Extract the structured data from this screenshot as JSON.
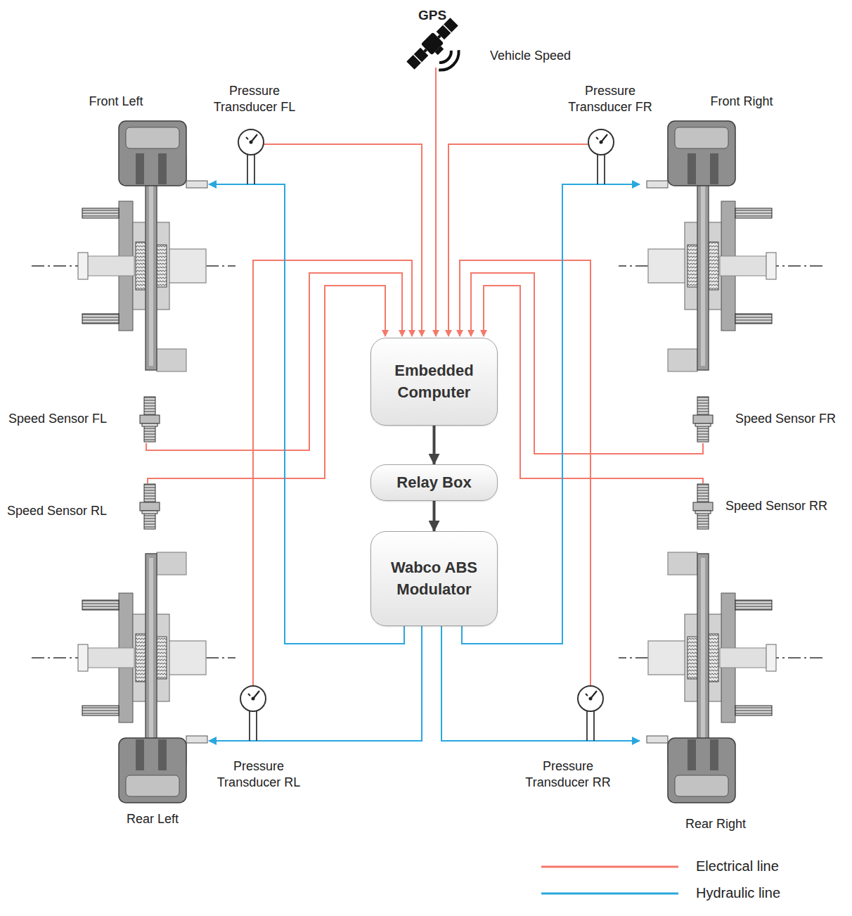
{
  "diagram": {
    "nodes": [
      {
        "text": [
          "Embedded Computer"
        ]
      },
      {
        "text": [
          "Relay Box"
        ]
      },
      {
        "text": [
          "Wabco ABS Modulator"
        ]
      }
    ],
    "edges": [
      {
        "from": 0,
        "to": 1,
        "arrow": "to"
      },
      {
        "from": 1,
        "to": 2,
        "arrow": "to"
      }
    ],
    "labels": [
      "GPS",
      "Vehicle Speed",
      "Front Left",
      "Pressure Transducer FL",
      "Pressure Transducer FR",
      "Front Right",
      "Speed Sensor FL",
      "Speed Sensor FR",
      "Speed Sensor RL",
      "Speed Sensor RR",
      "Pressure Transducer RL",
      "Pressure Transducer RR",
      "Rear Left",
      "Rear Right"
    ],
    "legend": [
      {
        "text": "Electrical line"
      },
      {
        "text": "Hydraulic line"
      }
    ]
  }
}
